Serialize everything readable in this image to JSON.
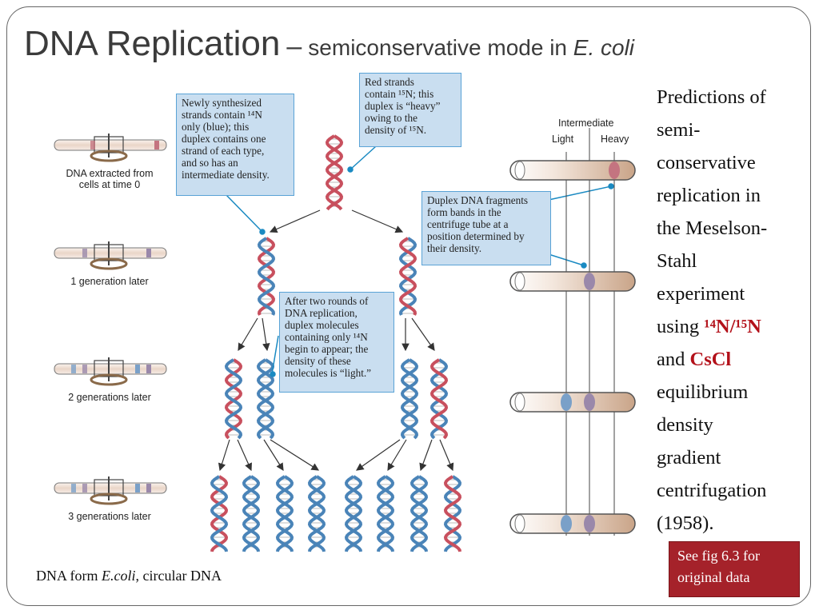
{
  "title": {
    "main": "DNA Replication",
    "dash": "–",
    "sub": "semiconservative mode in ",
    "sub_italic": "E. coli"
  },
  "left_labels": [
    {
      "line1": "DNA extracted from",
      "line2": "cells at time 0"
    },
    {
      "line1": "1 generation later",
      "line2": ""
    },
    {
      "line1": "2 generations later",
      "line2": ""
    },
    {
      "line1": "3 generations later",
      "line2": ""
    }
  ],
  "callouts": {
    "newly": [
      "Newly synthesized",
      "strands contain ¹⁴N",
      "only (blue); this",
      "duplex contains one",
      "strand of each type,",
      "and so has an",
      "intermediate density."
    ],
    "red": [
      "Red strands",
      "contain ¹⁵N; this",
      "duplex is “heavy”",
      "owing to the",
      "density of ¹⁵N."
    ],
    "duplex": [
      "Duplex DNA fragments",
      "form bands in the",
      "centrifuge tube at a",
      "position determined by",
      "their density."
    ],
    "after": [
      "After two rounds of",
      "DNA replication,",
      "duplex molecules",
      "containing only ¹⁴N",
      "begin to appear; the",
      "density of these",
      "molecules is “light.”"
    ]
  },
  "tube_labels": {
    "intermediate": "Intermediate",
    "light": "Light",
    "heavy": "Heavy"
  },
  "gradient_tubes": [
    {
      "generation": 0,
      "bands": [
        "heavy"
      ]
    },
    {
      "generation": 1,
      "bands": [
        "intermediate"
      ]
    },
    {
      "generation": 2,
      "bands": [
        "light",
        "intermediate"
      ]
    },
    {
      "generation": 3,
      "bands": [
        "light",
        "intermediate"
      ]
    }
  ],
  "predictions": {
    "lines": [
      "Predictions of",
      "semi-",
      "conservative",
      "replication in",
      "the Meselson-",
      "Stahl",
      "experiment"
    ],
    "using": "using ",
    "isotopes": "¹⁴N/¹⁵N",
    "and": "and ",
    "cscl": "CsCl",
    "rest": [
      "equilibrium",
      "density",
      "gradient",
      "centrifugation",
      "(1958)."
    ]
  },
  "note": [
    "See fig 6.3 for",
    "original data"
  ],
  "footer": {
    "pre": "DNA form ",
    "italic": "E.coli",
    "post": ", circular DNA"
  },
  "colors": {
    "heavy_strand": "#c8505e",
    "light_strand": "#4a84b8",
    "callout_bg": "#c9def0",
    "callout_border": "#5aa3d6",
    "note_bg": "#a5222a",
    "title": "#3b3b3b"
  }
}
